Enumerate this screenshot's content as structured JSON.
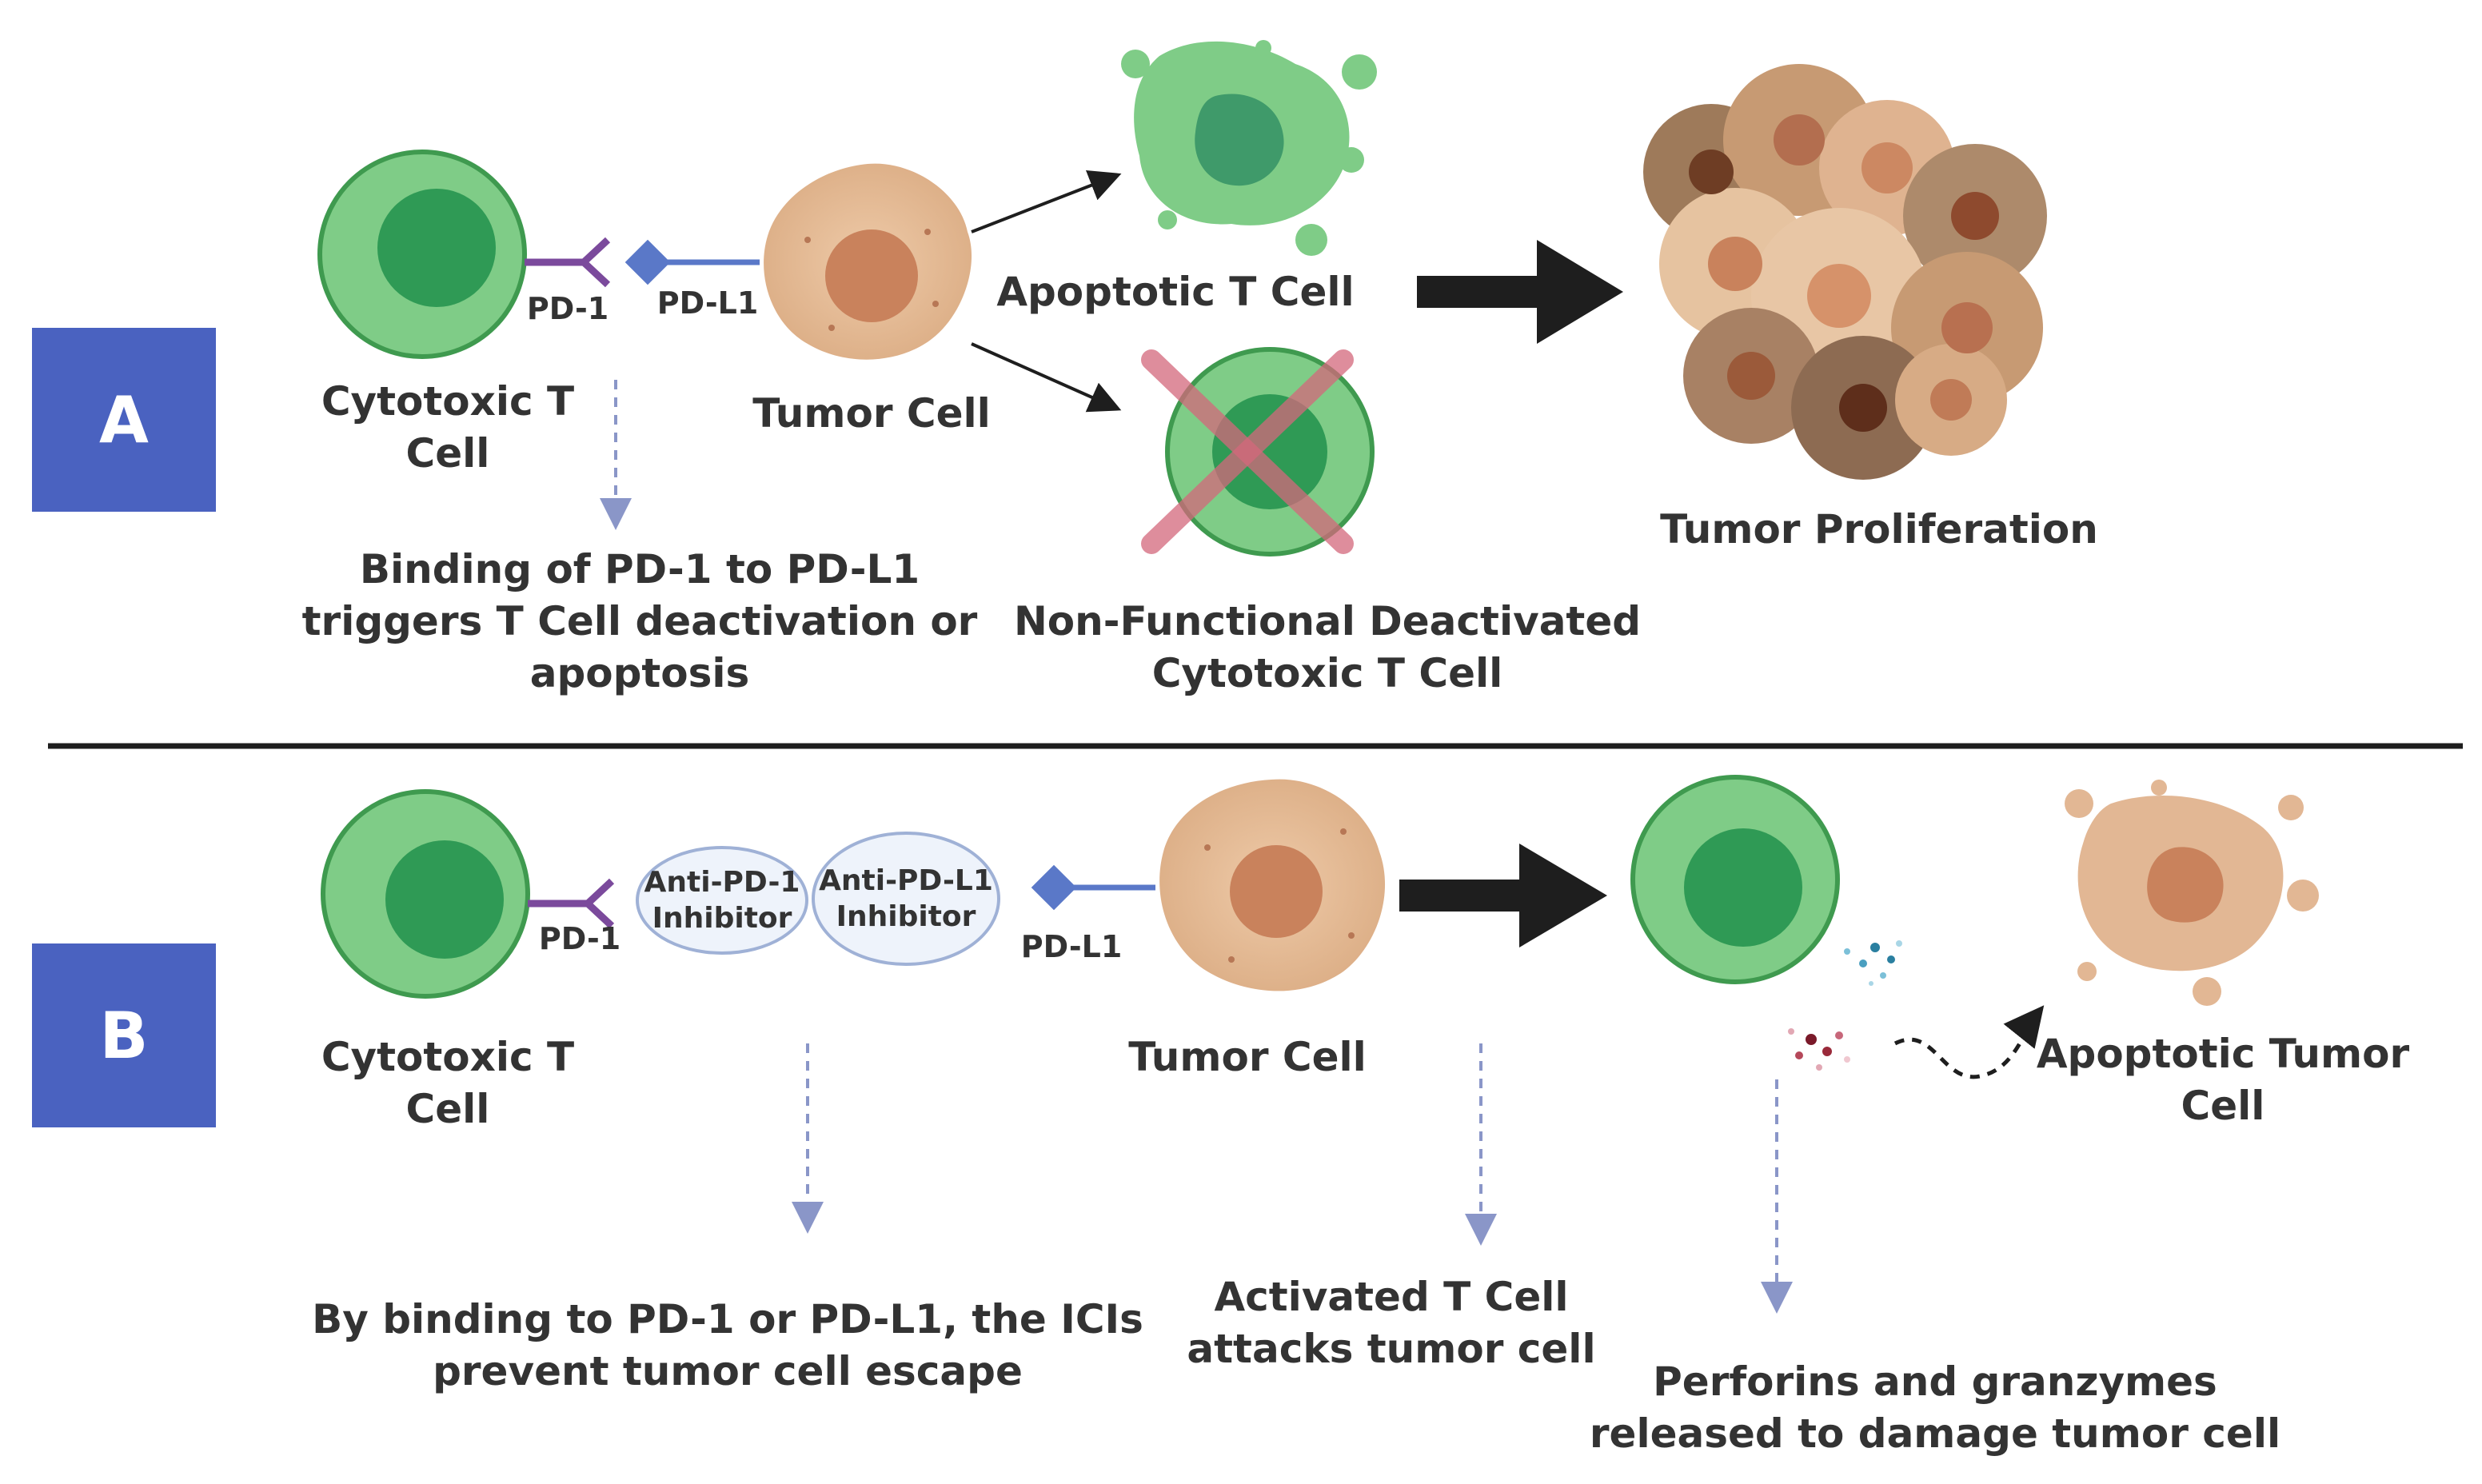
{
  "panel_a": {
    "tag": "A",
    "cytotoxic_label": "Cytotoxic T\nCell",
    "pd1": "PD-1",
    "pdl1": "PD-L1",
    "tumor_label": "Tumor Cell",
    "apoptotic_t_label": "Apoptotic T Cell",
    "nonfunctional_label": "Non-Functional Deactivated\nCytotoxic T Cell",
    "proliferation_label": "Tumor Proliferation",
    "binding_note": "Binding of PD-1 to PD-L1\ntriggers T Cell deactivation or\napoptosis"
  },
  "panel_b": {
    "tag": "B",
    "cytotoxic_label": "Cytotoxic T\nCell",
    "pd1": "PD-1",
    "anti_pd1": "Anti-PD-1\nInhibitor",
    "anti_pdl1": "Anti-PD-L1\nInhibitor",
    "pdl1": "PD-L1",
    "tumor_label": "Tumor Cell",
    "apoptotic_tumor_label": "Apoptotic Tumor\nCell",
    "ici_note": "By binding to PD-1 or PD-L1, the ICIs\nprevent tumor cell escape",
    "activated_note": "Activated T Cell\nattacks tumor cell",
    "perforin_note": "Perforins and granzymes\nreleased to damage tumor cell"
  },
  "colors": {
    "t_cell_outer": "#7fcc87",
    "t_cell_inner": "#2f9a55",
    "tumor": "#e2b794",
    "tumor_nucleus": "#c9825c",
    "receptor_pd1": "#7b4a9c",
    "ligand_pdl1": "#5a78c8",
    "tag_bg": "#4a62c0",
    "cross": "#d4687c",
    "arrow": "#1e1e1e"
  }
}
